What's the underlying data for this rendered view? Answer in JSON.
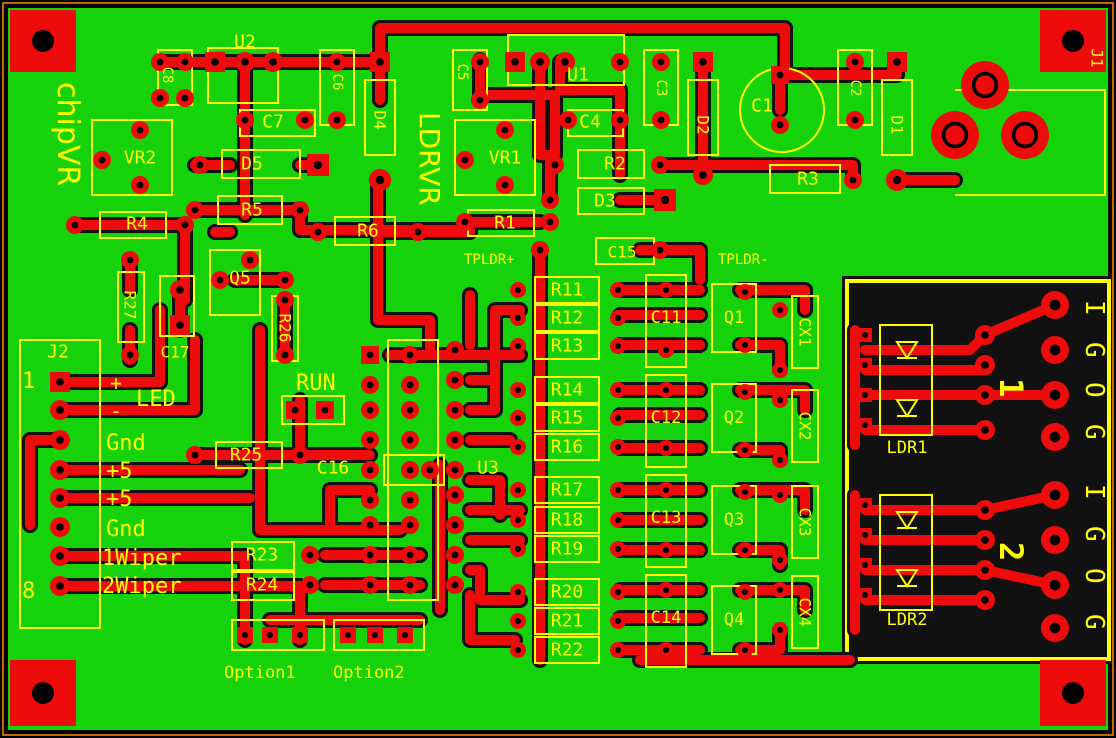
{
  "colors": {
    "background": "#000000",
    "board": "#16d20b",
    "copper": "#ee0b0b",
    "silkscreen": "#ffff00",
    "void": "#111111",
    "outline": "#ff8800"
  },
  "board": {
    "title_left": "chipVR",
    "title_center": "LDRVR"
  },
  "components": {
    "resistors": [
      "R1",
      "R2",
      "R3",
      "R4",
      "R5",
      "R6",
      "R11",
      "R12",
      "R13",
      "R14",
      "R15",
      "R16",
      "R17",
      "R18",
      "R19",
      "R20",
      "R21",
      "R22",
      "R23",
      "R24",
      "R25",
      "R26",
      "R27"
    ],
    "capacitors": [
      "C1",
      "C2",
      "C3",
      "C4",
      "C5",
      "C6",
      "C7",
      "C8",
      "C11",
      "C12",
      "C13",
      "C14",
      "C15",
      "C16",
      "C17"
    ],
    "diodes": [
      "D1",
      "D2",
      "D3",
      "D4",
      "D5"
    ],
    "ics": [
      "U1",
      "U2",
      "U3"
    ],
    "transistors": [
      "Q1",
      "Q2",
      "Q3",
      "Q4",
      "Q5"
    ],
    "trimmers": [
      "VR1",
      "VR2"
    ],
    "cx_caps": [
      "CX1",
      "CX2",
      "CX3",
      "CX4"
    ],
    "ldr_modules": [
      "LDR1",
      "LDR2"
    ],
    "connectors": [
      "J1",
      "J2"
    ]
  },
  "labels": {
    "tpldr_plus": "TPLDR+",
    "tpldr_minus": "TPLDR-",
    "run": "RUN",
    "led": "LED",
    "option1": "Option1",
    "option2": "Option2"
  },
  "j2_pins": {
    "first": "1",
    "last": "8",
    "plus": "+",
    "minus": "-",
    "gnd1": "Gnd",
    "v5a": "+5",
    "v5b": "+5",
    "gnd2": "Gnd",
    "wiper1": "1Wiper",
    "wiper2": "2Wiper"
  },
  "connector_pins": {
    "group1": [
      "I",
      "G",
      "O",
      "G"
    ],
    "group2": [
      "I",
      "G",
      "O",
      "G"
    ],
    "group1_num": "1",
    "group2_num": "2"
  }
}
